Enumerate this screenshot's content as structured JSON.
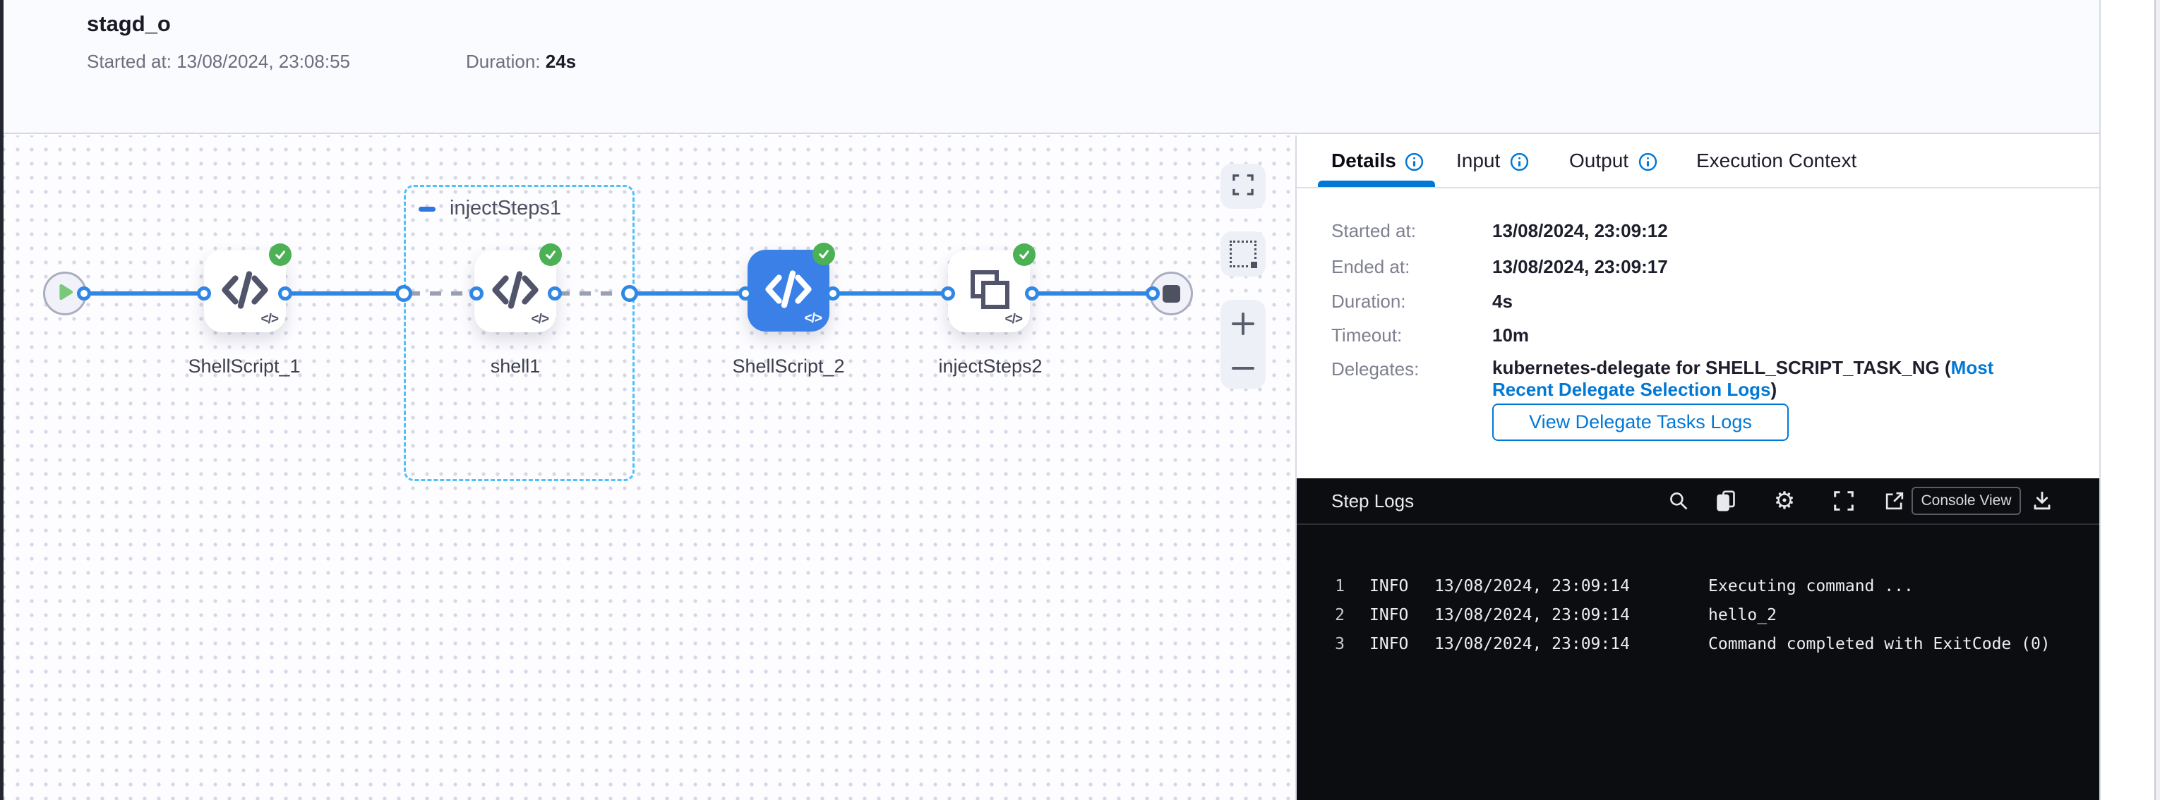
{
  "header": {
    "title": "stagd_o",
    "started_label": "Started at:",
    "started_value": "13/08/2024, 23:08:55",
    "duration_label": "Duration:",
    "duration_value": "24s"
  },
  "canvas": {
    "group_label": "injectSteps1",
    "nodes": [
      {
        "label": "ShellScript_1",
        "type": "shell-script",
        "status": "success"
      },
      {
        "label": "shell1",
        "type": "shell-script",
        "status": "success"
      },
      {
        "label": "ShellScript_2",
        "type": "shell-script",
        "status": "success",
        "selected": true
      },
      {
        "label": "injectSteps2",
        "type": "step-group",
        "status": "success"
      }
    ],
    "corner_glyph": "</>"
  },
  "tabs": [
    {
      "label": "Details",
      "active": true,
      "info_icon": true
    },
    {
      "label": "Input",
      "active": false,
      "info_icon": true
    },
    {
      "label": "Output",
      "active": false,
      "info_icon": true
    },
    {
      "label": "Execution Context",
      "active": false,
      "info_icon": false
    }
  ],
  "details": {
    "rows": [
      {
        "label": "Started at:",
        "value": "13/08/2024, 23:09:12"
      },
      {
        "label": "Ended at:",
        "value": "13/08/2024, 23:09:17"
      },
      {
        "label": "Duration:",
        "value": "4s"
      },
      {
        "label": "Timeout:",
        "value": "10m"
      }
    ],
    "delegates_label": "Delegates:",
    "delegates_text": "kubernetes-delegate for SHELL_SCRIPT_TASK_NG (",
    "delegates_link": "Most Recent Delegate Selection Logs",
    "delegates_text_end": ")",
    "view_logs_button": "View Delegate Tasks Logs"
  },
  "step_logs": {
    "title": "Step Logs",
    "console_view_label": "Console View",
    "lines": [
      {
        "num": "1",
        "level": "INFO",
        "time": "13/08/2024, 23:09:14",
        "message": "Executing command ..."
      },
      {
        "num": "2",
        "level": "INFO",
        "time": "13/08/2024, 23:09:14",
        "message": "hello_2"
      },
      {
        "num": "3",
        "level": "INFO",
        "time": "13/08/2024, 23:09:14",
        "message": "Command completed with ExitCode (0)"
      }
    ]
  },
  "colors": {
    "accent_blue": "#0278d5",
    "edge_blue": "#3087e4",
    "group_border_blue": "#4fc0f8",
    "success_green": "#4bb154",
    "selected_node_blue": "#3b80e6",
    "logs_background": "#0c0d11"
  }
}
